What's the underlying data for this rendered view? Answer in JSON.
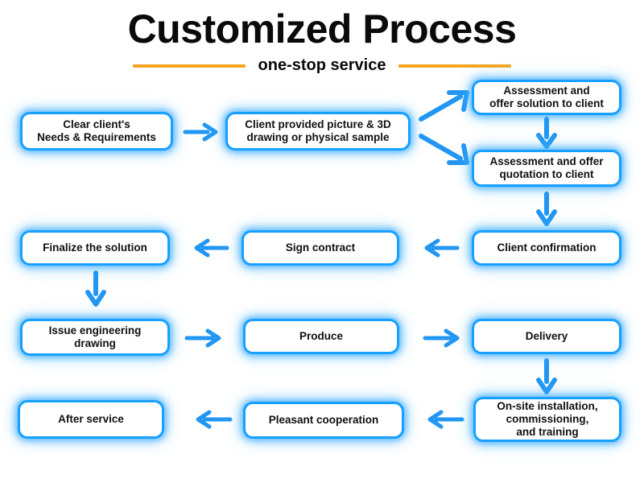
{
  "header": {
    "title": "Customized Process",
    "subtitle": "one-stop service",
    "rule_color": "#f5a623"
  },
  "theme": {
    "box_border_color": "#18a0ff",
    "box_glow_color": "#5abeff",
    "box_fill_color": "#ffffff",
    "arrow_color": "#2196f3",
    "text_color": "#101010",
    "background_color": "#ffffff"
  },
  "flow": {
    "nodes": [
      {
        "id": "n1",
        "label": "Clear client's\nNeeds & Requirements"
      },
      {
        "id": "n2",
        "label": "Client provided picture & 3D\ndrawing or physical sample"
      },
      {
        "id": "n3",
        "label": "Assessment and\noffer solution to client"
      },
      {
        "id": "n4",
        "label": "Assessment and offer\nquotation to client"
      },
      {
        "id": "n5",
        "label": "Client confirmation"
      },
      {
        "id": "n6",
        "label": "Sign contract"
      },
      {
        "id": "n7",
        "label": "Finalize the solution"
      },
      {
        "id": "n8",
        "label": "Issue engineering\ndrawing"
      },
      {
        "id": "n9",
        "label": "Produce"
      },
      {
        "id": "n10",
        "label": "Delivery"
      },
      {
        "id": "n11",
        "label": "On-site installation,\ncommissioning,\nand training"
      },
      {
        "id": "n12",
        "label": "Pleasant cooperation"
      },
      {
        "id": "n13",
        "label": "After service"
      }
    ],
    "edges": [
      {
        "from": "n1",
        "to": "n2",
        "direction": "right"
      },
      {
        "from": "n2",
        "to": "n3",
        "direction": "up-right"
      },
      {
        "from": "n2",
        "to": "n4",
        "direction": "down-right"
      },
      {
        "from": "n3",
        "to": "n4",
        "direction": "down"
      },
      {
        "from": "n4",
        "to": "n5",
        "direction": "down"
      },
      {
        "from": "n5",
        "to": "n6",
        "direction": "left"
      },
      {
        "from": "n6",
        "to": "n7",
        "direction": "left"
      },
      {
        "from": "n7",
        "to": "n8",
        "direction": "down"
      },
      {
        "from": "n8",
        "to": "n9",
        "direction": "right"
      },
      {
        "from": "n9",
        "to": "n10",
        "direction": "right"
      },
      {
        "from": "n10",
        "to": "n11",
        "direction": "down"
      },
      {
        "from": "n11",
        "to": "n12",
        "direction": "left"
      },
      {
        "from": "n12",
        "to": "n13",
        "direction": "left"
      }
    ]
  }
}
